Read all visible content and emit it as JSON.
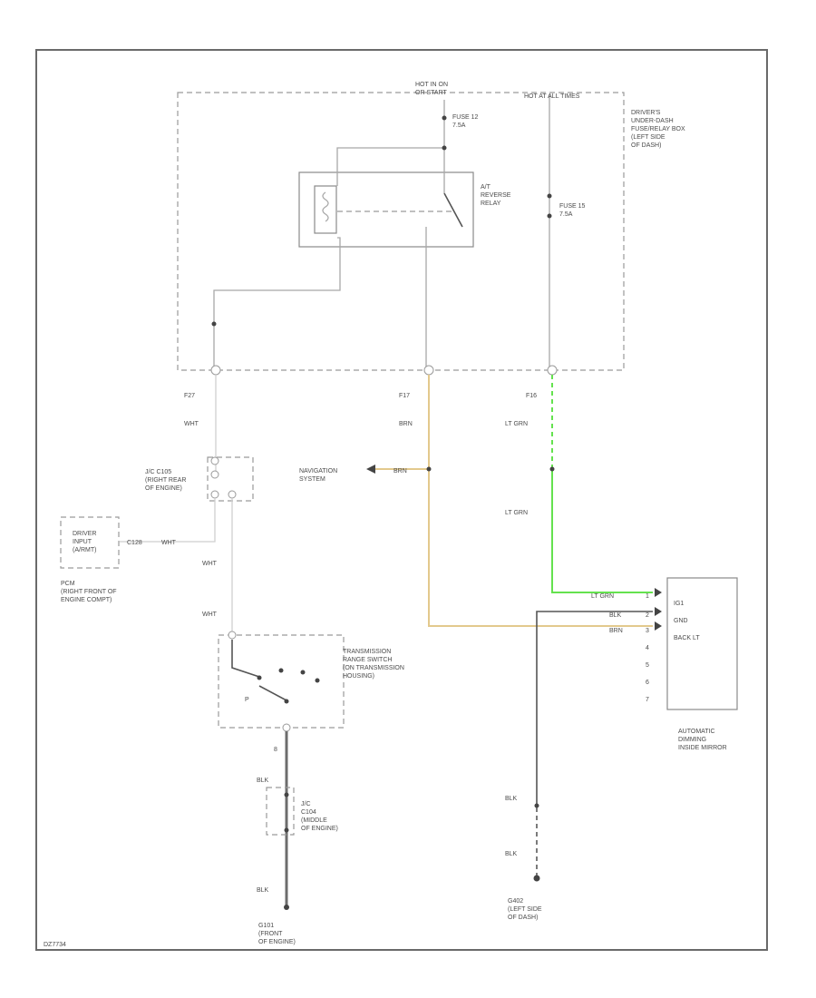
{
  "labels": {
    "hot_in_on_start": "HOT IN ON\nOR START",
    "hot_at_all_times": "HOT AT ALL TIMES",
    "fuse_12": "FUSE 12\n7.5A",
    "fuse_15": "FUSE 15\n7.5A",
    "fuse_box": "DRIVER'S\nUNDER-DASH\nFUSE/RELAY BOX\n(LEFT SIDE\nOF DASH)",
    "relay": "A/T\nREVERSE\nRELAY",
    "pin_f27": "F27",
    "pin_f17": "F17",
    "pin_f16": "F16",
    "wht_1": "WHT",
    "brn_1": "BRN",
    "lt_grn_1": "LT GRN",
    "lt_grn_2": "LT GRN",
    "jc_c105": "J/C C105\n(RIGHT REAR\nOF ENGINE)",
    "navigation": "NAVIGATION\nSYSTEM",
    "brn_nav": "BRN",
    "driver_input": "DRIVER\nINPUT\n(A/RMT)",
    "pcm_pin": "C128",
    "wht_pcm": "WHT",
    "pcm": "PCM\n(RIGHT FRONT OF\nENGINE COMPT)",
    "wht_2": "WHT",
    "wht_3": "WHT",
    "trans_switch": "TRANSMISSION\nRANGE SWITCH\n(ON TRANSMISSION\nHOUSING)",
    "trans_p": "P",
    "pin_8": "8",
    "blk_1": "BLK",
    "jc_c104": "J/C\nC104\n(MIDDLE\nOF ENGINE)",
    "blk_2": "BLK",
    "g101": "G101\n(FRONT\nOF ENGINE)",
    "mirror_lt_grn": "LT GRN",
    "mirror_blk": "BLK",
    "mirror_brn": "BRN",
    "mirror_ig": "IG1",
    "mirror_gnd": "GND",
    "mirror_back": "BACK LT",
    "mirror_pins": [
      "1",
      "2",
      "3",
      "4",
      "5",
      "6",
      "7"
    ],
    "mirror": "AUTOMATIC\nDIMMING\nINSIDE MIRROR",
    "blk_3": "BLK",
    "blk_4": "BLK",
    "g402": "G402\n(LEFT SIDE\nOF DASH)",
    "footer_code": "DZ7734"
  }
}
